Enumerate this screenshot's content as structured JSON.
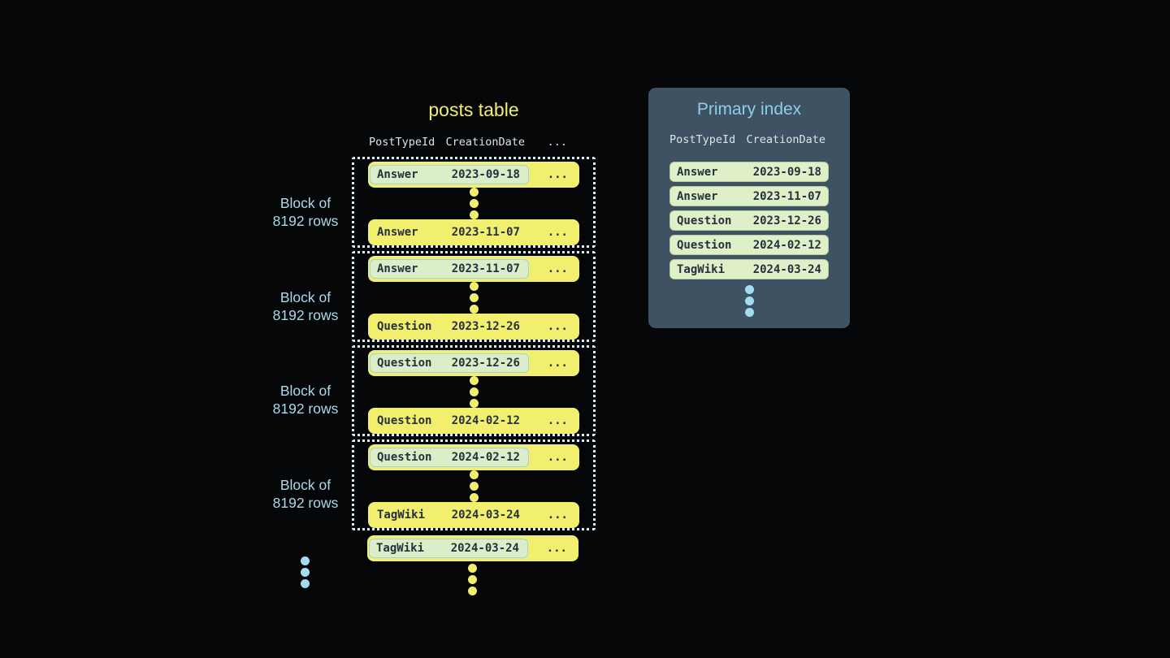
{
  "colors": {
    "background": "#050607",
    "row_yellow": "#f2ee6e",
    "highlight_green": "#dcedc9",
    "highlight_border": "#9ed2e6",
    "dark_text": "#26313c",
    "dotted_border": "#d9eff7",
    "block_label_blue": "#aad9ec",
    "panel_background": "#3e5263",
    "panel_title_blue": "#8ccfe9",
    "column_header_text": "#dde3e8",
    "index_row_green": "#dff0c9",
    "ellipsis_dot_blue": "#a3dbf0"
  },
  "posts_table": {
    "title": "posts table",
    "columns": [
      "PostTypeId",
      "CreationDate",
      "..."
    ],
    "row_ellipsis": "...",
    "block_label": {
      "line1": "Block of",
      "line2": "8192 rows"
    },
    "blocks": [
      {
        "first_row": {
          "post_type": "Answer",
          "creation_date": "2023-09-18"
        },
        "last_row": {
          "post_type": "Answer",
          "creation_date": "2023-11-07"
        }
      },
      {
        "first_row": {
          "post_type": "Answer",
          "creation_date": "2023-11-07"
        },
        "last_row": {
          "post_type": "Question",
          "creation_date": "2023-12-26"
        }
      },
      {
        "first_row": {
          "post_type": "Question",
          "creation_date": "2023-12-26"
        },
        "last_row": {
          "post_type": "Question",
          "creation_date": "2024-02-12"
        }
      },
      {
        "first_row": {
          "post_type": "Question",
          "creation_date": "2024-02-12"
        },
        "last_row": {
          "post_type": "TagWiki",
          "creation_date": "2024-03-24"
        }
      }
    ],
    "trailing_row": {
      "post_type": "TagWiki",
      "creation_date": "2024-03-24"
    }
  },
  "primary_index": {
    "title": "Primary index",
    "columns": [
      "PostTypeId",
      "CreationDate"
    ],
    "rows": [
      {
        "post_type": "Answer",
        "creation_date": "2023-09-18"
      },
      {
        "post_type": "Answer",
        "creation_date": "2023-11-07"
      },
      {
        "post_type": "Question",
        "creation_date": "2023-12-26"
      },
      {
        "post_type": "Question",
        "creation_date": "2024-02-12"
      },
      {
        "post_type": "TagWiki",
        "creation_date": "2024-03-24"
      }
    ]
  }
}
